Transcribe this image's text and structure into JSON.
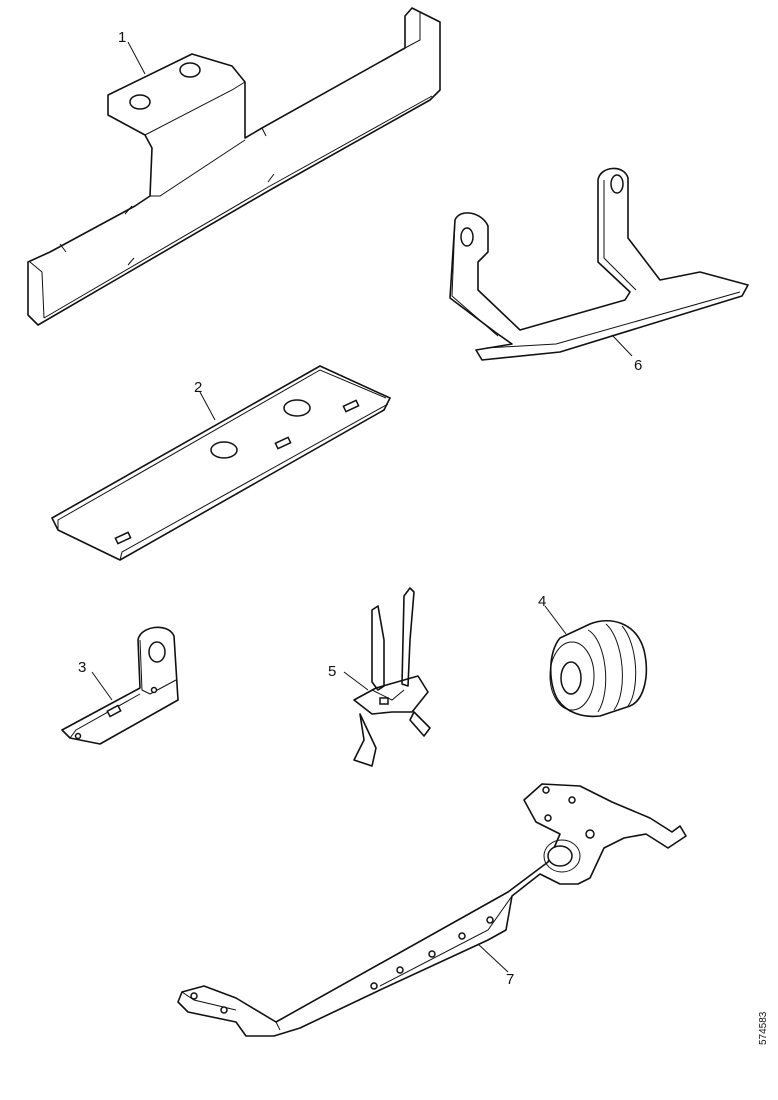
{
  "callouts": {
    "part1": "1",
    "part2": "2",
    "part3": "3",
    "part4": "4",
    "part5": "5",
    "part6": "6",
    "part7": "7"
  },
  "drawing_code": "574583"
}
